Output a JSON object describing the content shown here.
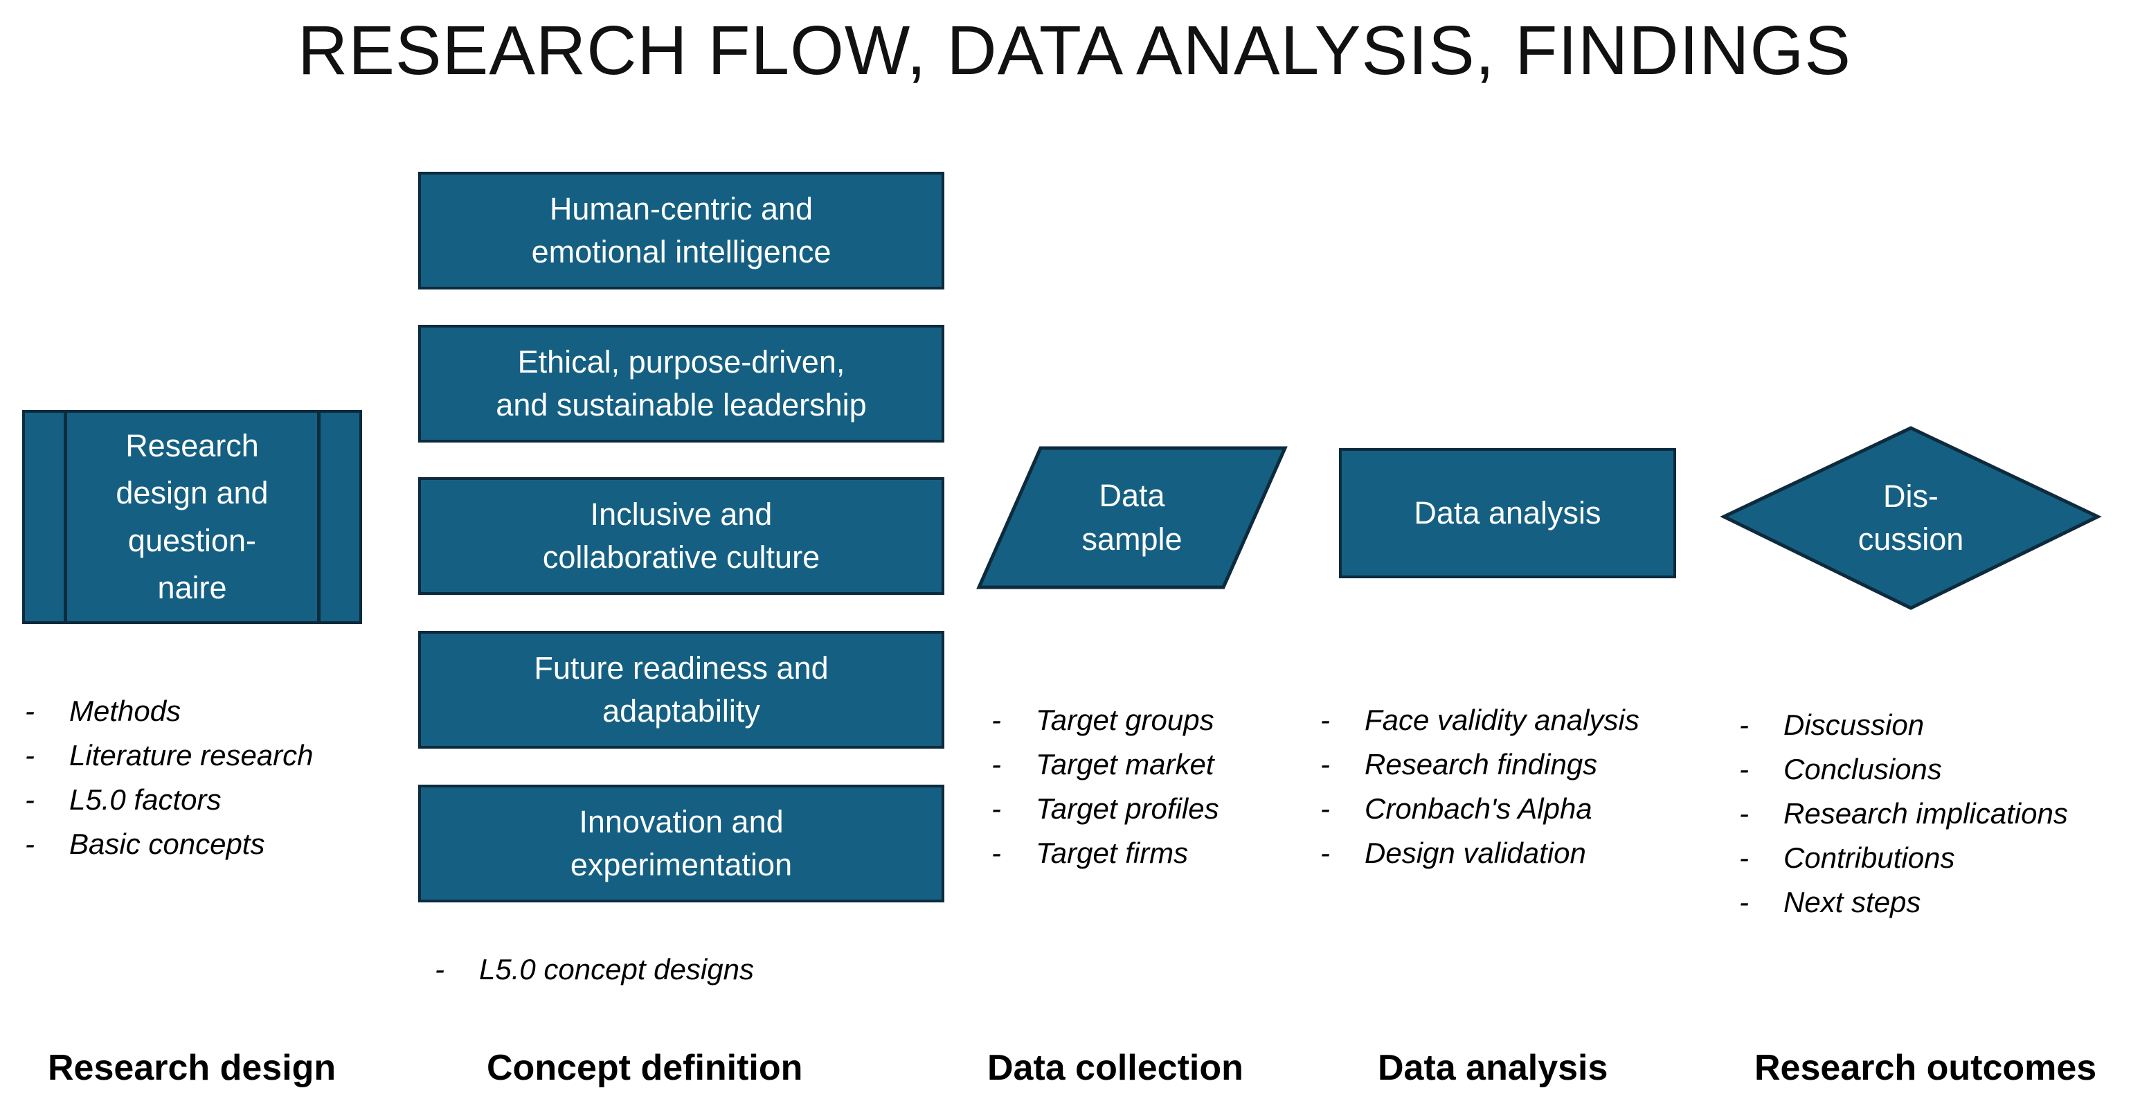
{
  "title": "RESEARCH FLOW, DATA ANALYSIS, FINDINGS",
  "bullet": "-",
  "colors": {
    "shape_fill": "#156082",
    "shape_border": "#0d2b3d",
    "shape_text": "#ffffff",
    "text": "#000000"
  },
  "flow": {
    "research_design_shape": {
      "lines": [
        "Research",
        "design and",
        "question-",
        "naire"
      ]
    },
    "concept_boxes": [
      {
        "lines": [
          "Human-centric and",
          "emotional intelligence"
        ]
      },
      {
        "lines": [
          "Ethical, purpose-driven,",
          "and sustainable leadership"
        ]
      },
      {
        "lines": [
          "Inclusive and",
          "collaborative culture"
        ]
      },
      {
        "lines": [
          "Future readiness and",
          "adaptability"
        ]
      },
      {
        "lines": [
          "Innovation and",
          "experimentation"
        ]
      }
    ],
    "data_sample_shape": {
      "lines": [
        "Data",
        "sample"
      ]
    },
    "data_analysis_shape": {
      "label": "Data analysis"
    },
    "discussion_shape": {
      "lines": [
        "Dis-",
        "cussion"
      ]
    }
  },
  "lists": {
    "research_design": [
      "Methods",
      "Literature research",
      "L5.0 factors",
      "Basic concepts"
    ],
    "concept_definition": [
      "L5.0 concept designs"
    ],
    "data_collection": [
      "Target groups",
      "Target market",
      "Target profiles",
      "Target firms"
    ],
    "data_analysis": [
      "Face validity analysis",
      "Research findings",
      "Cronbach's Alpha",
      "Design validation"
    ],
    "research_outcomes": [
      "Discussion",
      "Conclusions",
      "Research implications",
      "Contributions",
      "Next steps"
    ]
  },
  "stage_labels": [
    "Research design",
    "Concept definition",
    "Data collection",
    "Data analysis",
    "Research outcomes"
  ]
}
